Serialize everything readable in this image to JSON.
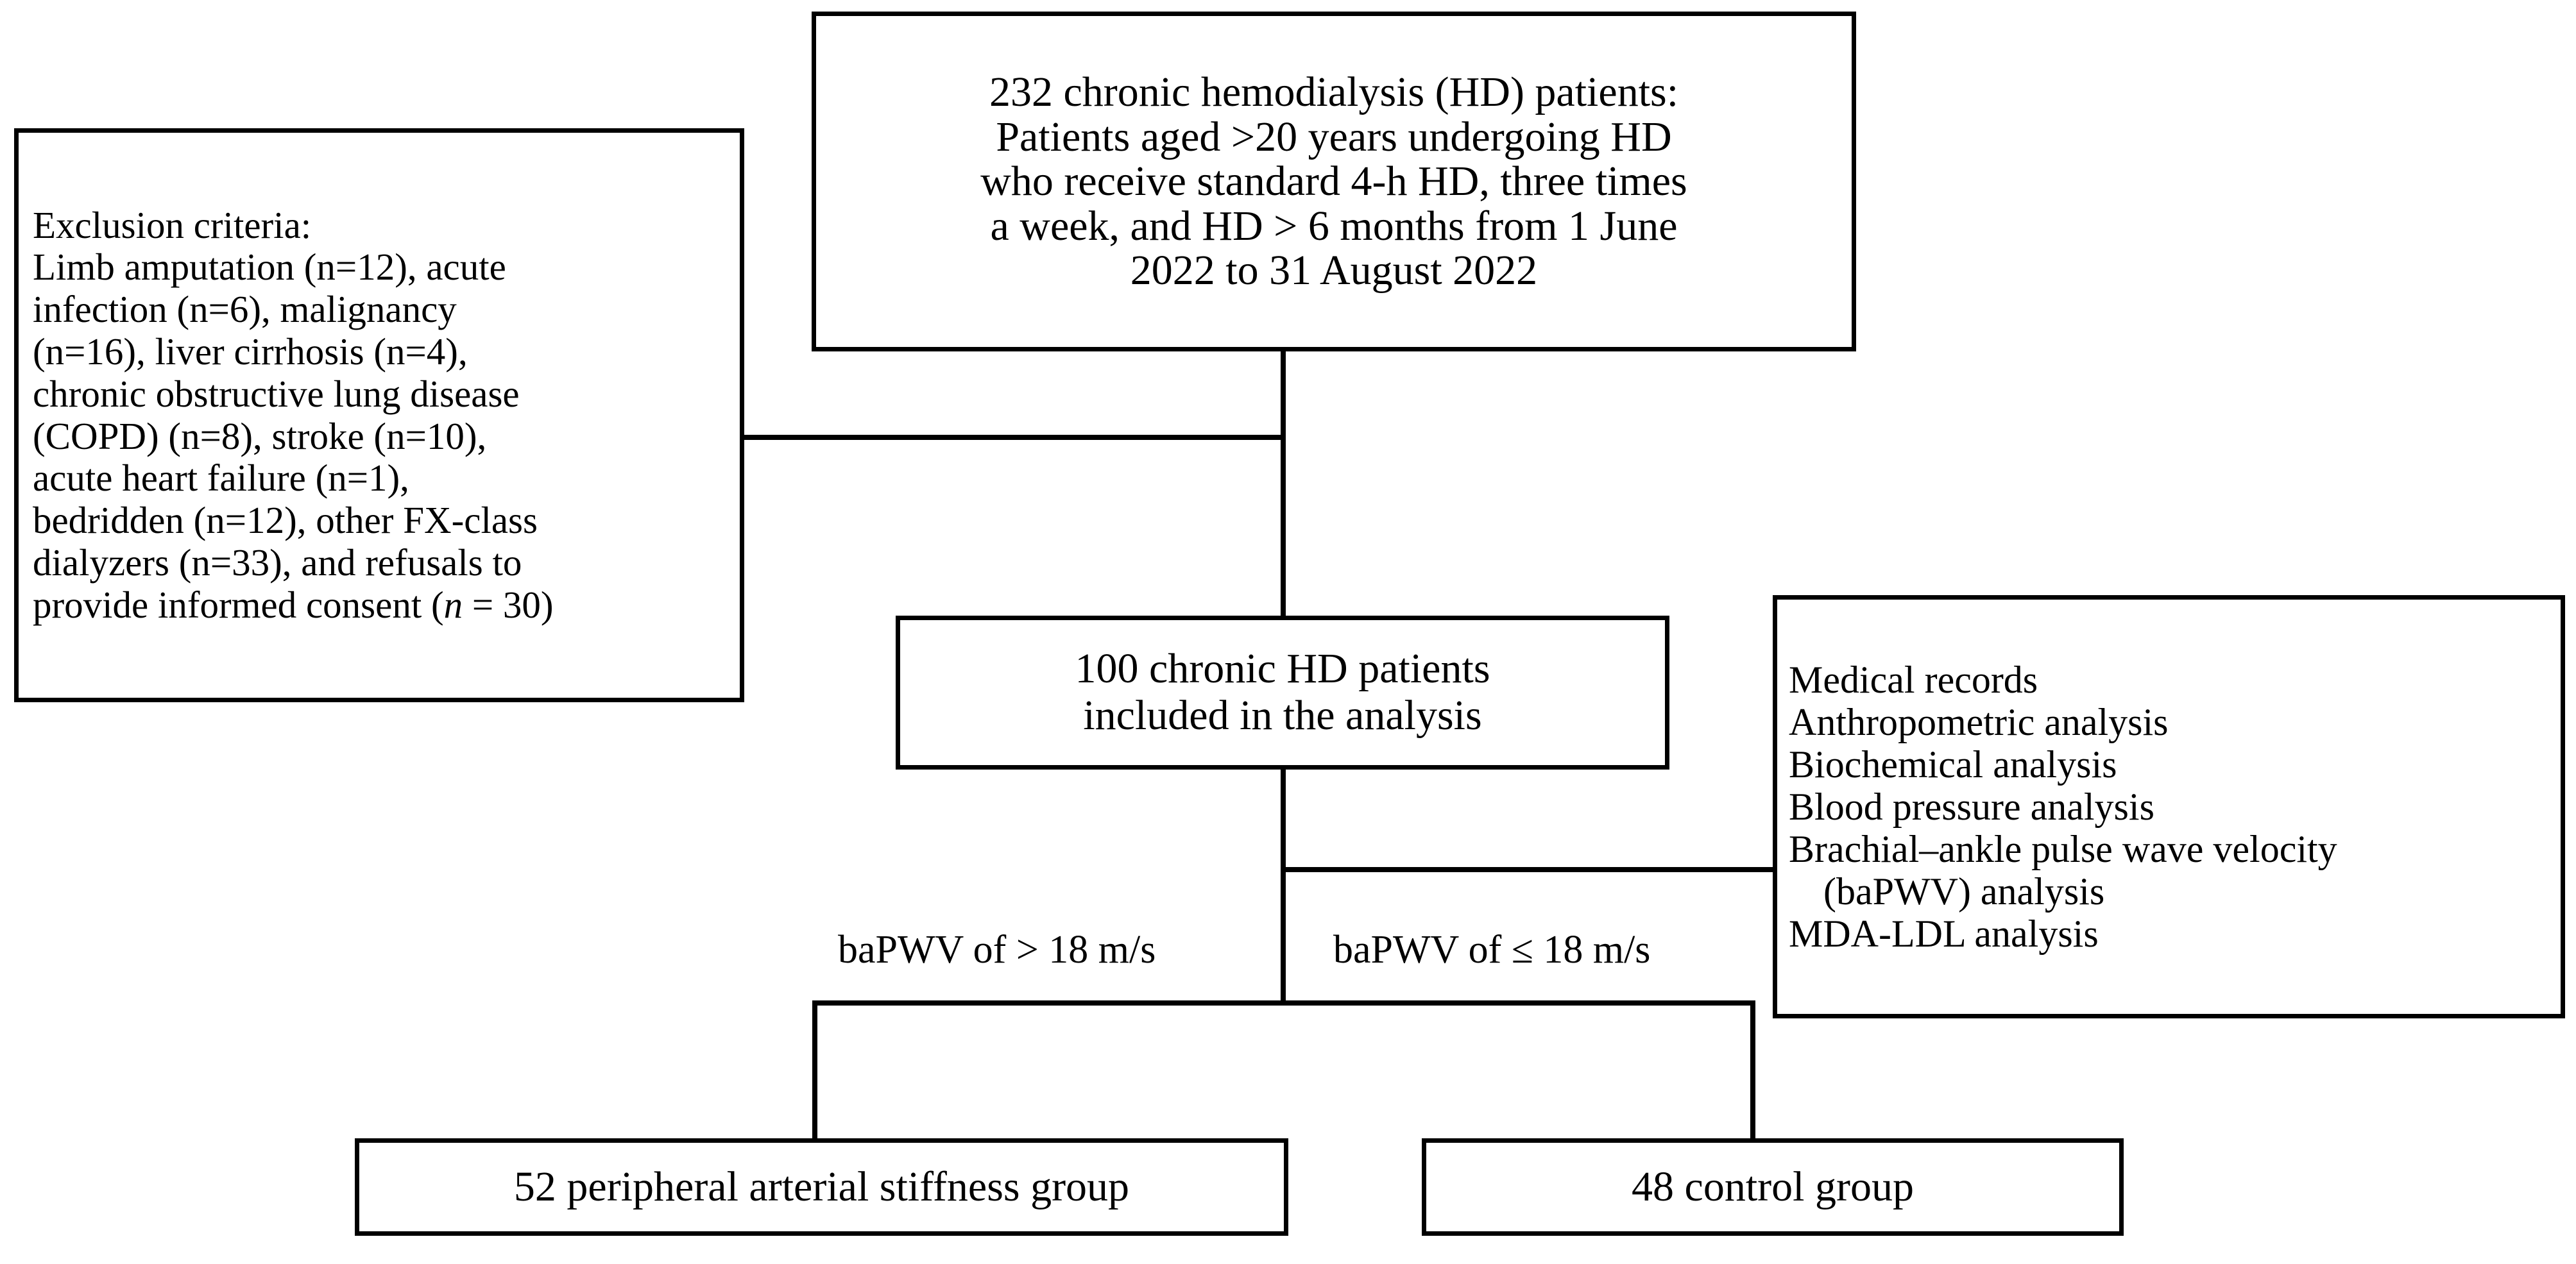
{
  "figure": {
    "type": "study-flow-diagram",
    "colors": {
      "background": "#ffffff",
      "stroke": "#000000",
      "text": "#000000"
    }
  },
  "nodes": {
    "screened": {
      "name": "screened-population",
      "count": 232,
      "lines": [
        "232 chronic hemodialysis (HD) patients:",
        "Patients aged >20 years undergoing HD",
        "who receive standard 4-h HD, three times",
        "a week, and HD > 6 months from 1 June",
        "2022 to 31 August 2022"
      ]
    },
    "exclusion": {
      "name": "exclusion-criteria",
      "heading": "Exclusion criteria:",
      "lines": [
        "Limb amputation (n=12), acute",
        "infection (n=6), malignancy",
        "(n=16), liver cirrhosis (n=4),",
        "chronic obstructive lung disease",
        "(COPD) (n=8), stroke (n=10),",
        "acute heart failure (n=1),",
        "bedridden (n=12), other FX-class",
        "dialyzers (n=33), and refusals to"
      ],
      "last_line_prefix": "provide informed consent (",
      "last_line_italic": "n",
      "last_line_suffix": " = 30)",
      "items": [
        {
          "label": "Limb amputation",
          "n": 12
        },
        {
          "label": "acute infection",
          "n": 6
        },
        {
          "label": "malignancy",
          "n": 16
        },
        {
          "label": "liver cirrhosis",
          "n": 4
        },
        {
          "label": "chronic obstructive lung disease (COPD)",
          "n": 8
        },
        {
          "label": "stroke",
          "n": 10
        },
        {
          "label": "acute heart failure",
          "n": 1
        },
        {
          "label": "bedridden",
          "n": 12
        },
        {
          "label": "other FX-class dialyzers",
          "n": 33
        },
        {
          "label": "refusals to provide informed consent",
          "n": 30
        }
      ]
    },
    "included": {
      "name": "included-population",
      "count": 100,
      "lines": [
        "100 chronic HD patients",
        "included in the analysis"
      ]
    },
    "analyses": {
      "name": "analyses-performed",
      "lines": [
        "Medical records",
        "Anthropometric analysis",
        "Biochemical analysis",
        "Blood pressure analysis",
        "Brachial–ankle pulse wave velocity",
        "(baPWV) analysis",
        "MDA-LDL analysis"
      ],
      "indent_flags": [
        false,
        false,
        false,
        false,
        false,
        true,
        false
      ]
    },
    "stiffness_group": {
      "name": "peripheral-arterial-stiffness-group",
      "count": 52,
      "lines": [
        "52 peripheral arterial stiffness group"
      ]
    },
    "control_group": {
      "name": "control-group",
      "count": 48,
      "lines": [
        "48 control group"
      ]
    }
  },
  "edges": {
    "label_high": "baPWV of > 18 m/s",
    "label_low": "baPWV of ≤ 18 m/s",
    "threshold_value": 18,
    "threshold_unit": "m/s"
  }
}
